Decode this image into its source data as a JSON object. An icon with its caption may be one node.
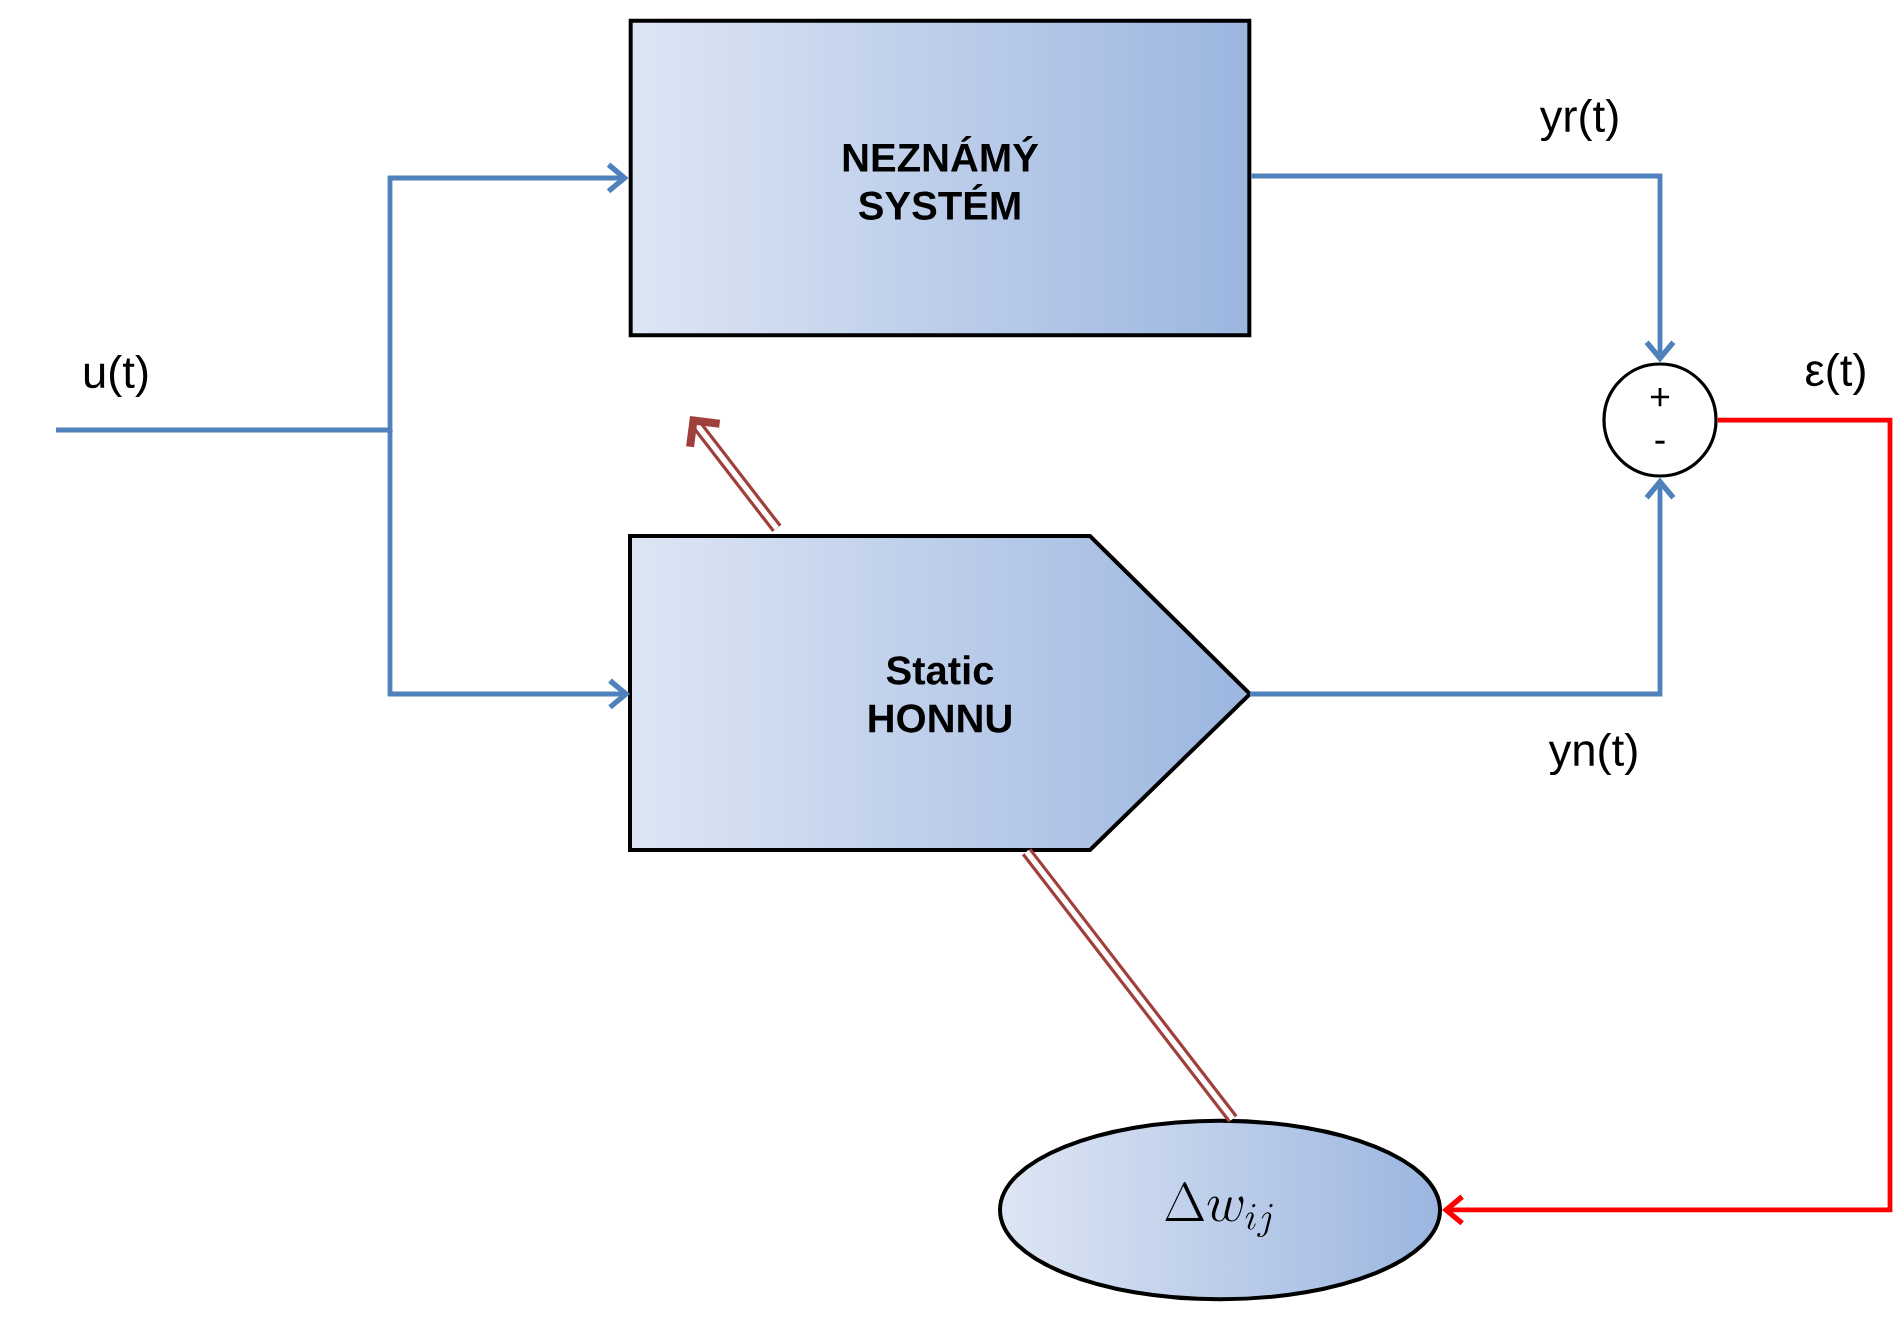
{
  "diagram": {
    "nodes": [
      {
        "text": [
          "NEZNÁMÝ SYSTÉM"
        ]
      },
      {
        "text": [
          "Static HONNU"
        ]
      },
      {
        "text": [
          "+",
          "-"
        ]
      },
      {
        "text": [
          "\\Delta w_{ij}"
        ]
      }
    ],
    "edges": [
      {
        "from": null,
        "to": 0,
        "arrow": "to",
        "label": "u(t)"
      },
      {
        "from": null,
        "to": 1,
        "arrow": "to"
      },
      {
        "from": 0,
        "to": 2,
        "arrow": "to",
        "label": "yr(t)"
      },
      {
        "from": 1,
        "to": 2,
        "arrow": "to",
        "label": "yn(t)"
      },
      {
        "from": 2,
        "to": 3,
        "arrow": "to",
        "label": "ε(t)",
        "color": "#ff0000"
      },
      {
        "from": 3,
        "to": null,
        "arrow": "to",
        "color": "#a0403c",
        "style": "thick"
      }
    ]
  }
}
